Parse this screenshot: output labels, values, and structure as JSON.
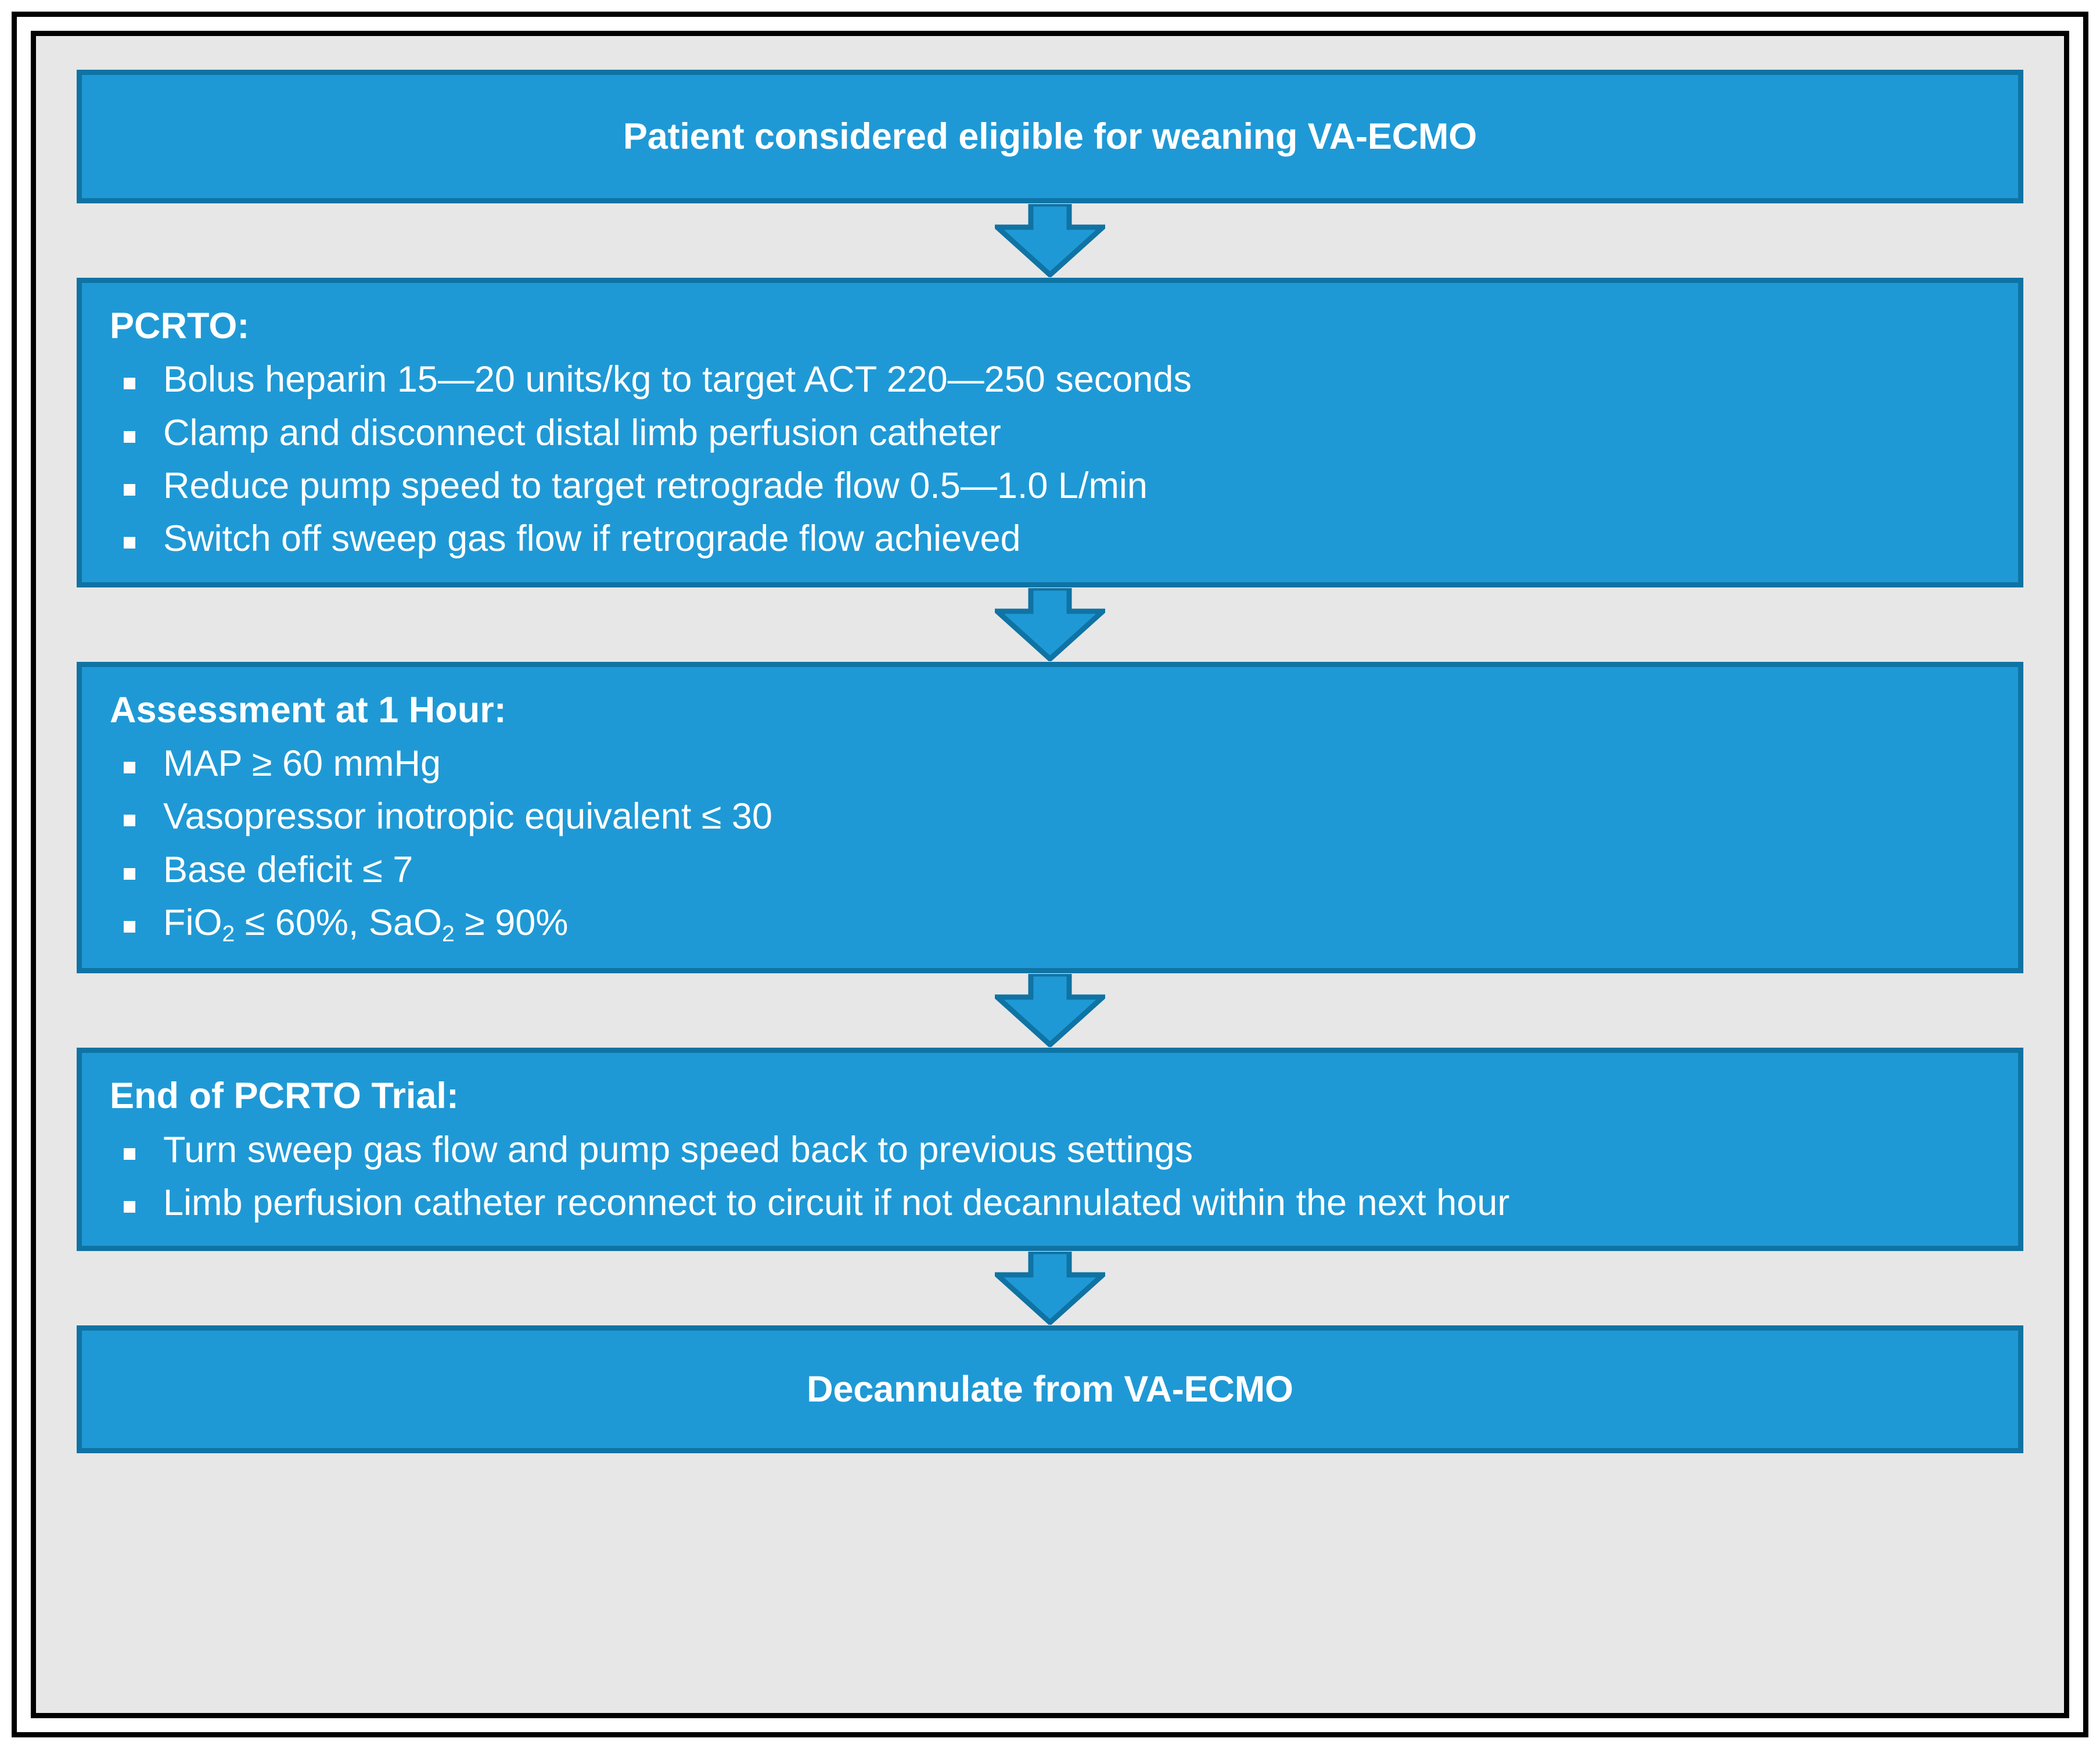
{
  "colors": {
    "box_fill": "#1f99d5",
    "box_border": "#0f73a4",
    "canvas_bg": "#e7e7e7",
    "frame_border": "#000000",
    "text": "#ffffff"
  },
  "chart_data": {
    "type": "table",
    "title": "VA-ECMO weaning / PCRTO flowchart",
    "nodes": [
      {
        "id": "eligible",
        "label": "Patient considered eligible for weaning VA-ECMO"
      },
      {
        "id": "pcrto",
        "label": "PCRTO:"
      },
      {
        "id": "assessment",
        "label": "Assessment at 1 Hour:"
      },
      {
        "id": "end-trial",
        "label": "End of PCRTO Trial:"
      },
      {
        "id": "decannulate",
        "label": "Decannulate from VA-ECMO"
      }
    ],
    "edges": [
      {
        "from": "eligible",
        "to": "pcrto"
      },
      {
        "from": "pcrto",
        "to": "assessment"
      },
      {
        "from": "assessment",
        "to": "end-trial"
      },
      {
        "from": "end-trial",
        "to": "decannulate"
      }
    ]
  },
  "flowchart": {
    "step1": {
      "title": "Patient considered eligible for weaning VA-ECMO"
    },
    "step2": {
      "heading": "PCRTO:",
      "bullets": [
        "Bolus heparin 15—20 units/kg to target ACT 220—250 seconds",
        "Clamp and disconnect distal limb perfusion catheter",
        "Reduce pump speed to target retrograde flow 0.5—1.0 L/min",
        "Switch off sweep gas flow if retrograde flow achieved"
      ]
    },
    "step3": {
      "heading": "Assessment at 1 Hour:",
      "bullets": [
        "MAP ≥ 60 mmHg",
        "Vasopressor inotropic equivalent ≤ 30",
        "Base deficit ≤ 7"
      ],
      "bullet_fio2": {
        "pre": "FiO",
        "sub1": "2",
        "mid": " ≤ 60%, SaO",
        "sub2": "2",
        "post": " ≥ 90%"
      }
    },
    "step4": {
      "heading": "End of PCRTO Trial:",
      "bullets": [
        "Turn sweep gas flow and pump speed back to previous settings",
        "Limb perfusion catheter reconnect to circuit if not decannulated within the next hour"
      ]
    },
    "step5": {
      "title": "Decannulate from VA-ECMO"
    },
    "arrows": {
      "a1": "down-arrow-icon",
      "a2": "down-arrow-icon",
      "a3": "down-arrow-icon",
      "a4": "down-arrow-icon"
    }
  }
}
